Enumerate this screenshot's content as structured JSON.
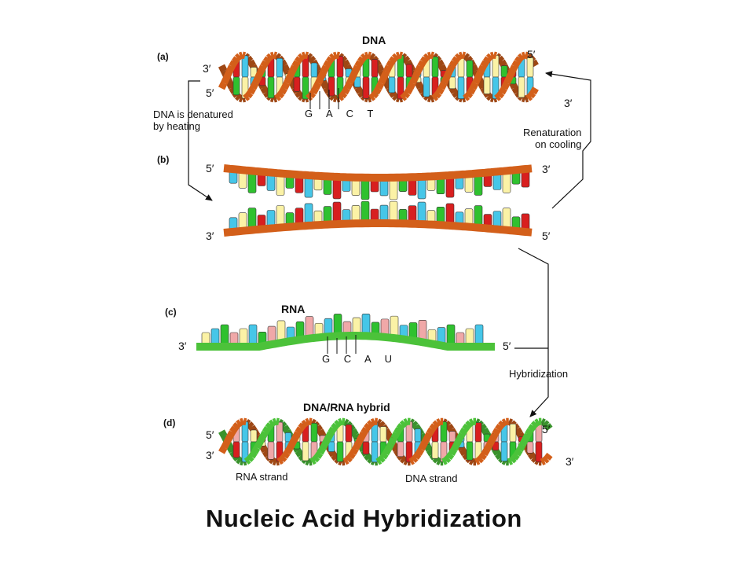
{
  "title": "Nucleic Acid Hybridization",
  "panels": {
    "a": {
      "marker": "(a)",
      "label": "DNA",
      "left_top_end": "3′",
      "left_bottom_end": "5′",
      "right_top_end": "5′",
      "right_bottom_end": "3′",
      "bases": "G A C T"
    },
    "b": {
      "marker": "(b)",
      "upper_left_end": "5′",
      "upper_right_end": "3′",
      "lower_left_end": "3′",
      "lower_right_end": "5′"
    },
    "c": {
      "marker": "(c)",
      "label": "RNA",
      "left_end": "3′",
      "right_end": "5′",
      "bases": "G C A U"
    },
    "d": {
      "marker": "(d)",
      "label": "DNA/RNA hybrid",
      "left_top_end": "5′",
      "left_bottom_end": "3′",
      "right_top_end": "5′",
      "right_bottom_end": "3′",
      "rna_strand_label": "RNA strand",
      "dna_strand_label": "DNA strand"
    }
  },
  "process_labels": {
    "denature": "DNA is denatured\nby heating",
    "renature": "Renaturation\non cooling",
    "hybridize": "Hybridization"
  },
  "colors": {
    "dna_backbone": "#d35f1a",
    "rna_backbone": "#4cc23a",
    "base_green": "#2fc12f",
    "base_red": "#d81f1f",
    "base_blue": "#46c6e8",
    "base_yellow": "#fbf2a6",
    "base_pink": "#f0a8a8"
  }
}
